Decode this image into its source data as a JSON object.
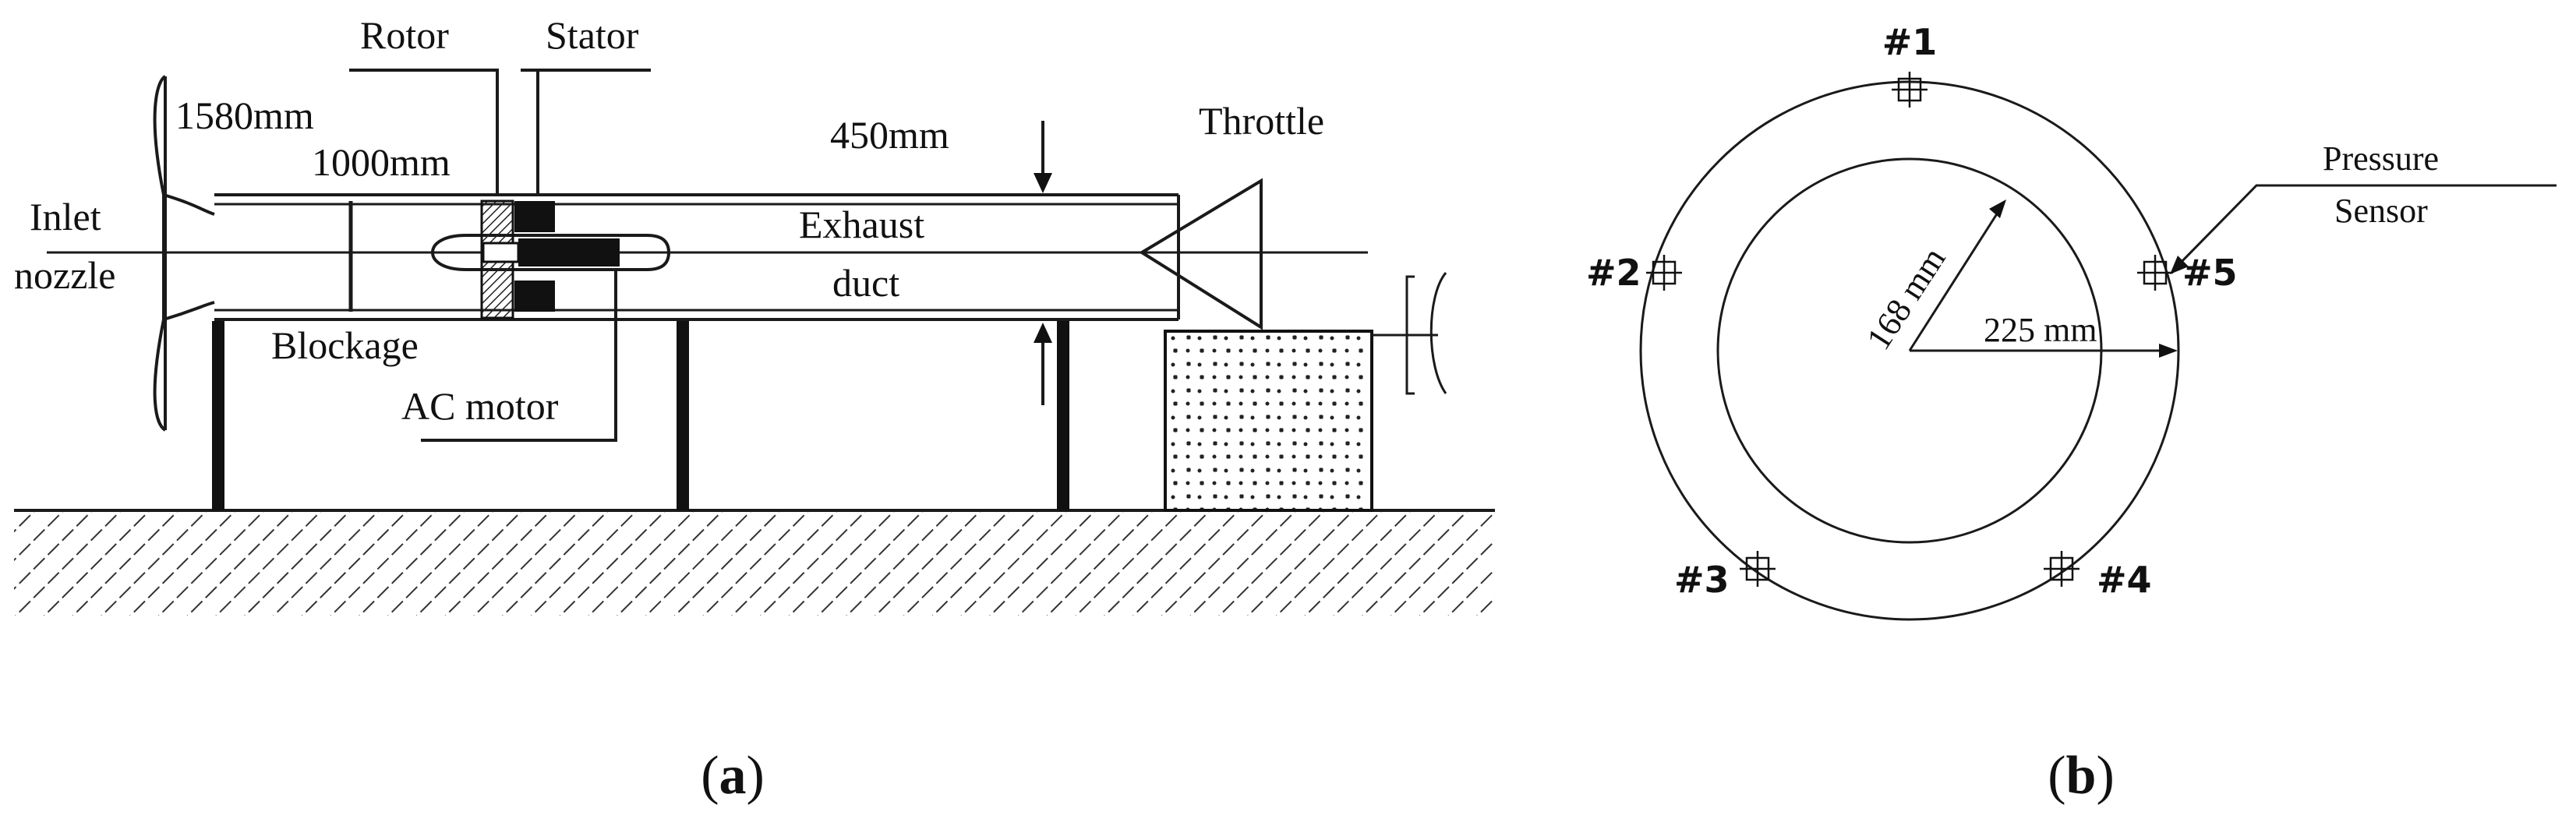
{
  "panel_a": {
    "caption_open": "(",
    "caption_letter": "a",
    "caption_close": ")",
    "labels": {
      "rotor": "Rotor",
      "stator": "Stator",
      "dim_1580": "1580mm",
      "dim_1000": "1000mm",
      "dim_450": "450mm",
      "throttle": "Throttle",
      "inlet": "Inlet",
      "nozzle": "nozzle",
      "exhaust": "Exhaust",
      "duct": "duct",
      "blockage": "Blockage",
      "ac_motor": "AC motor"
    }
  },
  "panel_b": {
    "caption_open": "(",
    "caption_letter": "b",
    "caption_close": ")",
    "labels": {
      "sensor_1": "#1",
      "sensor_2": "#2",
      "sensor_3": "#3",
      "sensor_4": "#4",
      "sensor_5": "#5",
      "pressure": "Pressure",
      "sensor": "Sensor",
      "inner_radius": "168 mm",
      "outer_radius": "225 mm"
    }
  }
}
